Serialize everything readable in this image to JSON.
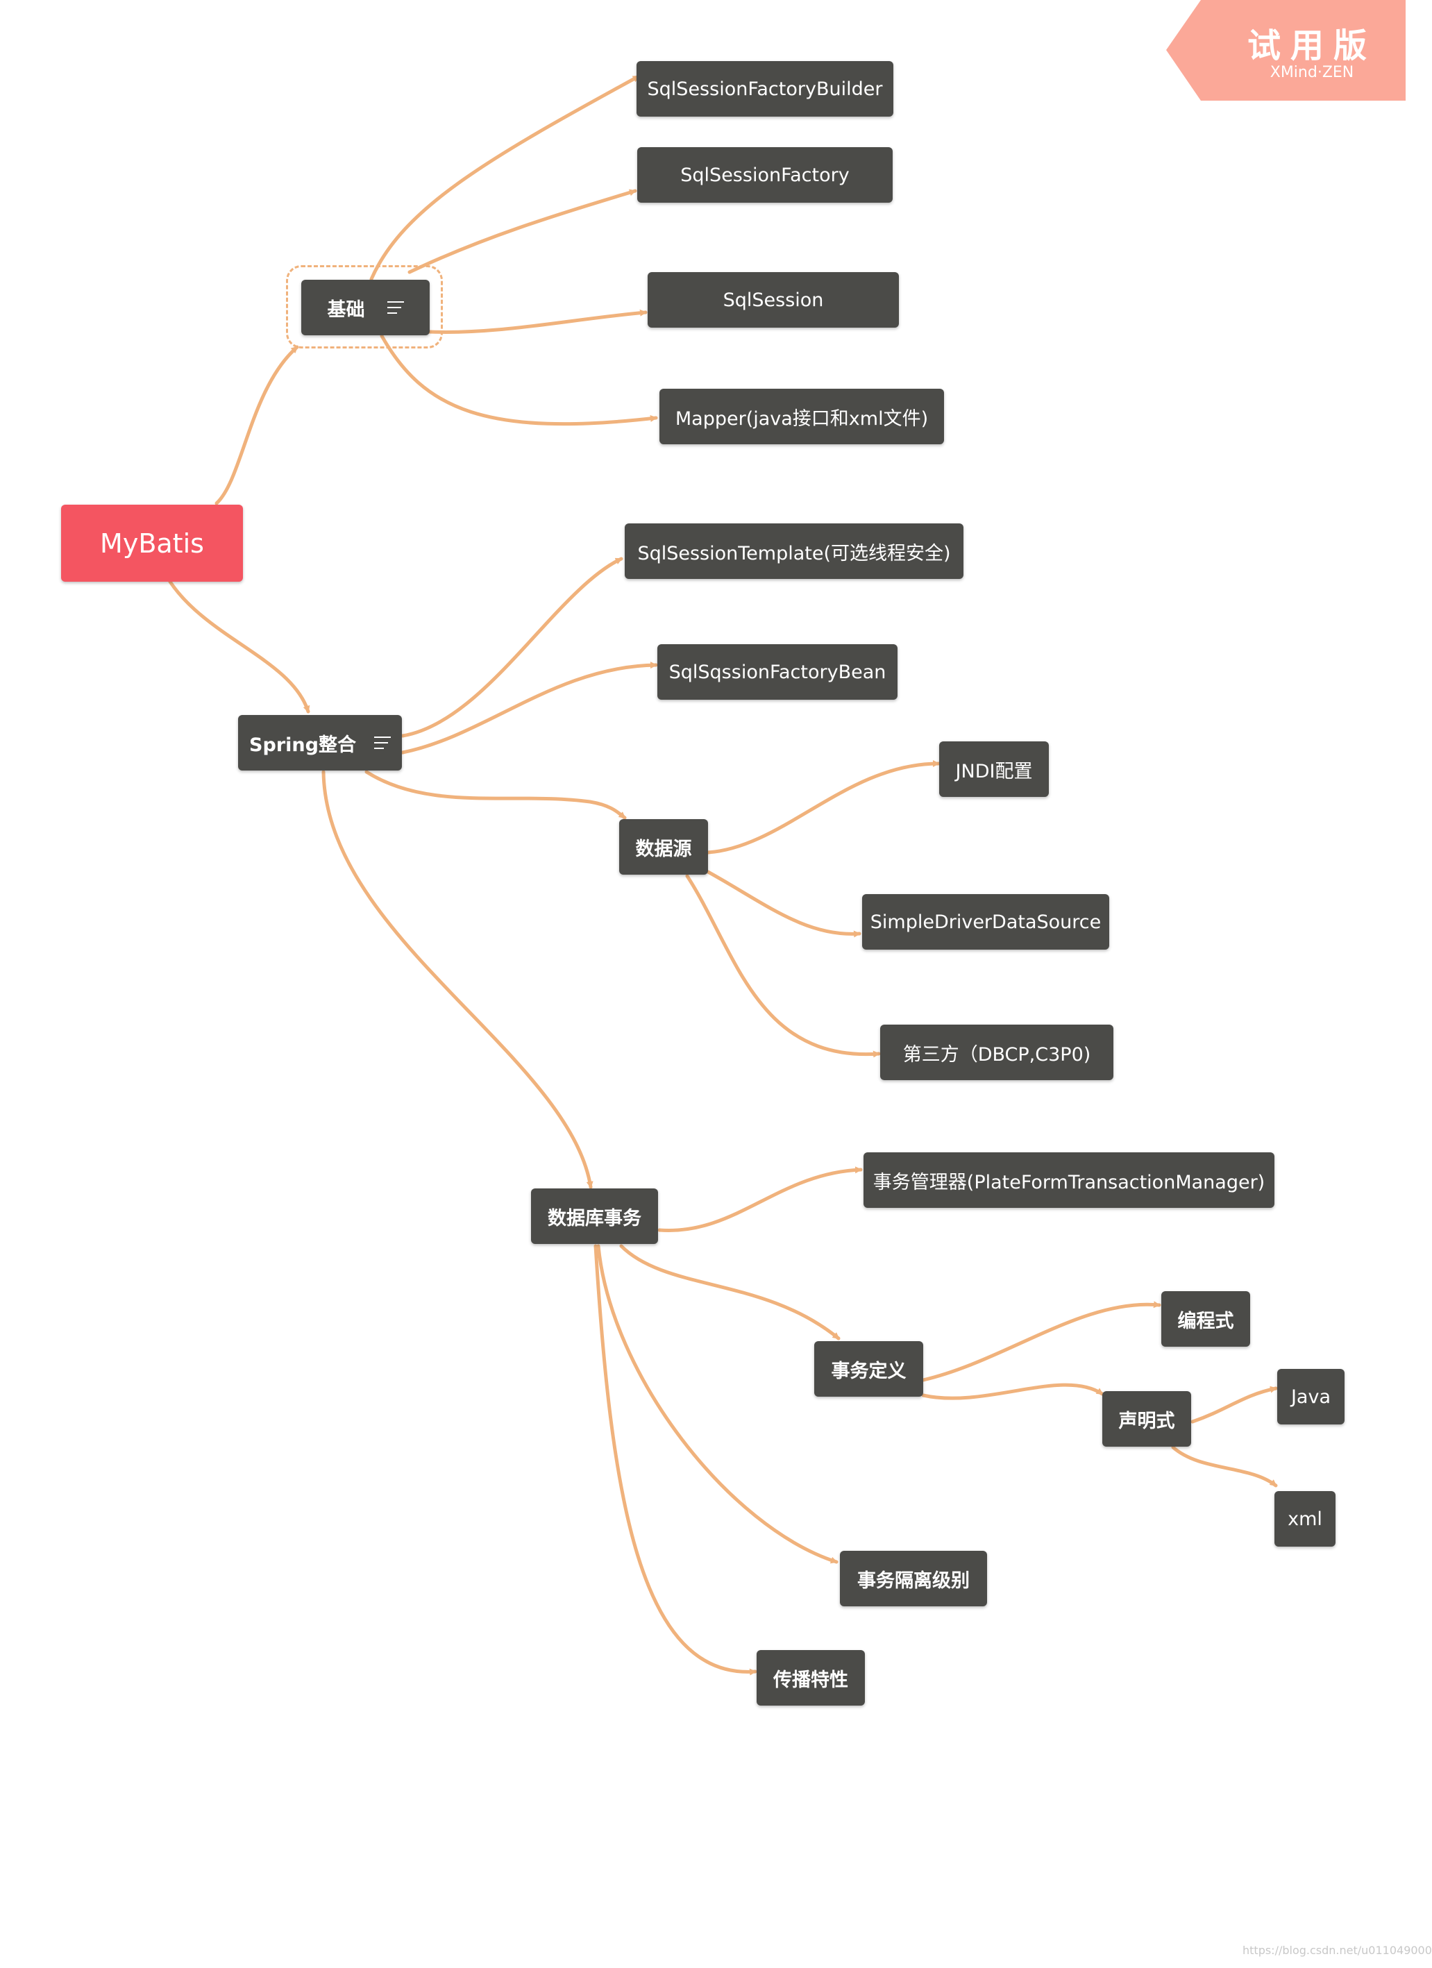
{
  "watermark": {
    "title": "试用版",
    "subtitle": "XMind·ZEN"
  },
  "root": {
    "label": "MyBatis"
  },
  "nodes": {
    "basics": "基础",
    "sqlSessionFactoryBuilder": "SqlSessionFactoryBuilder",
    "sqlSessionFactory": "SqlSessionFactory",
    "sqlSession": "SqlSession",
    "mapper": "Mapper(java接口和xml文件)",
    "springIntegration": "Spring整合",
    "sqlSessionTemplate": "SqlSessionTemplate(可选线程安全)",
    "sqlSqssionFactoryBean": "SqlSqssionFactoryBean",
    "dataSource": "数据源",
    "jndi": "JNDI配置",
    "simpleDriverDataSource": "SimpleDriverDataSource",
    "thirdParty": "第三方（DBCP,C3P0)",
    "dbTransaction": "数据库事务",
    "transactionManager": "事务管理器(PlateFormTransactionManager)",
    "transactionDefinition": "事务定义",
    "programmatic": "编程式",
    "declarative": "声明式",
    "java": "Java",
    "xml": "xml",
    "isolationLevel": "事务隔离级别",
    "propagation": "传播特性"
  },
  "footer": "https://blog.csdn.net/u011049000",
  "colors": {
    "edge": "#f0b27c",
    "node": "#4b4b48",
    "root": "#f45561",
    "watermark": "#fba898"
  }
}
